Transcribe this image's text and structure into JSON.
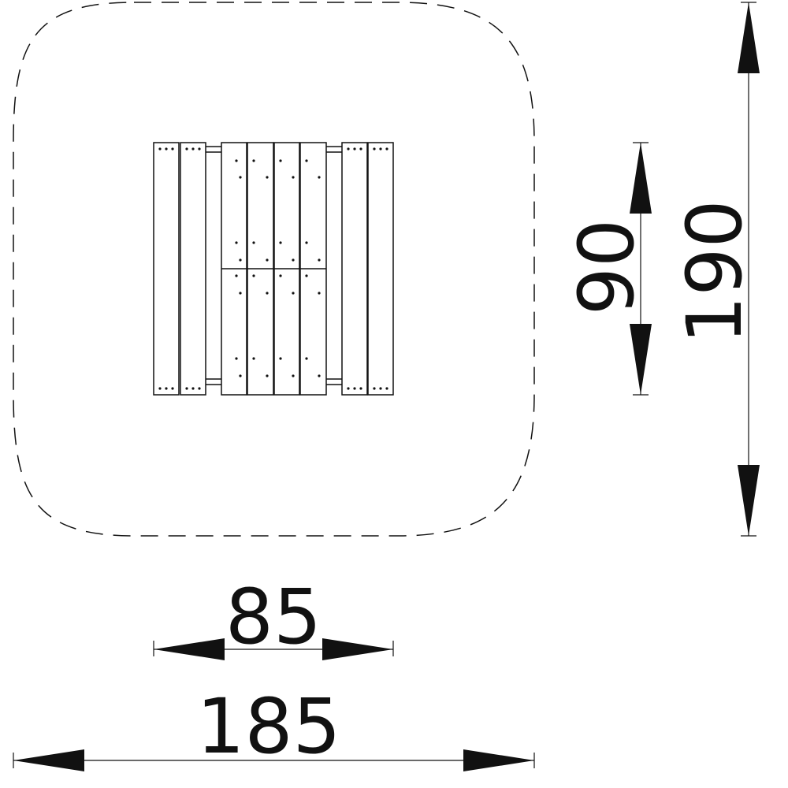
{
  "diagram": {
    "dimensions": {
      "inner_width": "85",
      "outer_width": "185",
      "inner_height": "90",
      "outer_height": "190"
    },
    "colors": {
      "line": "#111111",
      "background": "#ffffff"
    }
  }
}
